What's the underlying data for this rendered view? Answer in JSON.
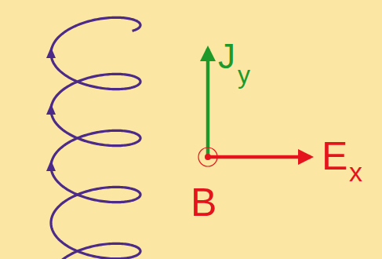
{
  "diagram": {
    "labels": [
      "J",
      "y",
      "E",
      "x",
      "B"
    ]
  }
}
